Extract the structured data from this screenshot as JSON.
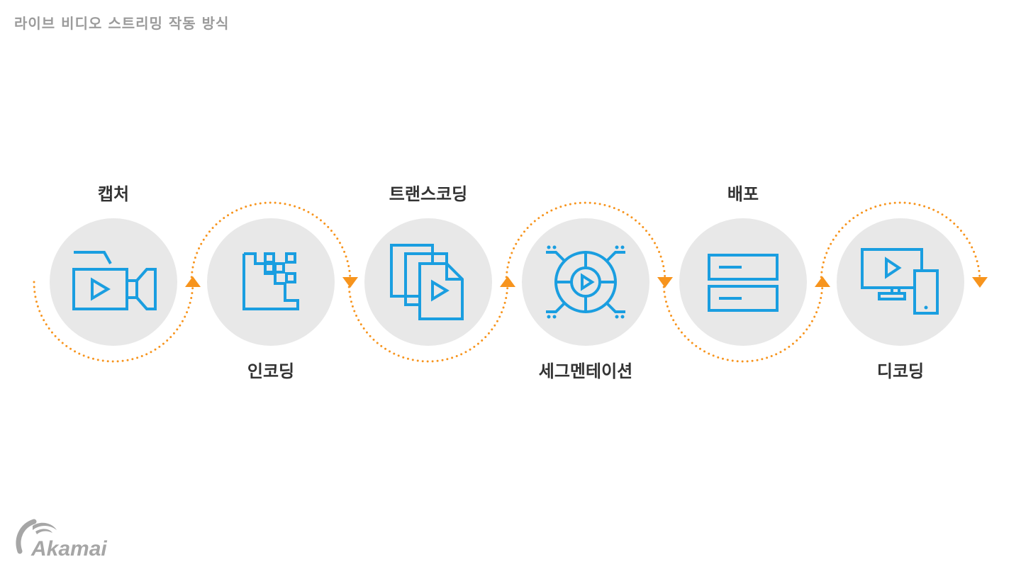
{
  "title": "라이브 비디오 스트리밍 작동 방식",
  "steps": [
    {
      "label": "캡처",
      "icon": "video-camera-icon",
      "label_position": "above"
    },
    {
      "label": "인코딩",
      "icon": "pixel-blocks-icon",
      "label_position": "below"
    },
    {
      "label": "트랜스코딩",
      "icon": "stacked-video-files-icon",
      "label_position": "above"
    },
    {
      "label": "세그멘테이션",
      "icon": "segmented-play-circle-icon",
      "label_position": "below"
    },
    {
      "label": "배포",
      "icon": "server-stack-icon",
      "label_position": "above"
    },
    {
      "label": "디코딩",
      "icon": "monitor-and-phone-icon",
      "label_position": "below"
    }
  ],
  "logo": {
    "text": "Akamai"
  },
  "colors": {
    "icon": "#1a9ee0",
    "circle": "#e8e8e8",
    "arrow": "#f7941d",
    "label": "#333333",
    "title": "#9b9b9b",
    "logo": "#a6a6a6"
  }
}
